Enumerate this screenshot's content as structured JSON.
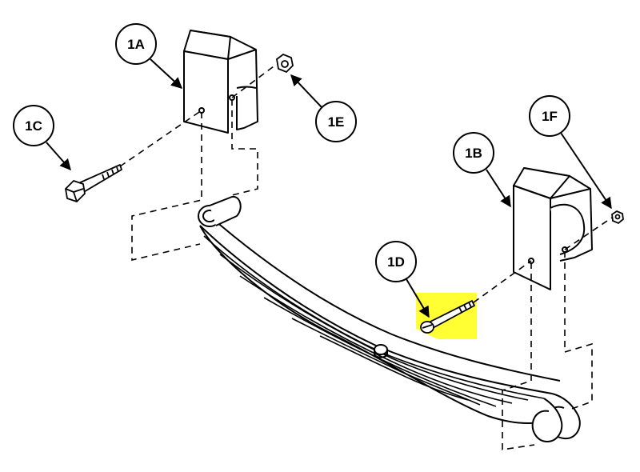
{
  "diagram": {
    "callouts": {
      "hanger_left": "1A",
      "hanger_right": "1B",
      "bolt_long": "1C",
      "bolt_highlighted": "1D",
      "nut_left": "1E",
      "nut_right": "1F"
    },
    "colors": {
      "line": "#000000",
      "background": "#ffffff",
      "highlight": "#ffff33"
    }
  }
}
